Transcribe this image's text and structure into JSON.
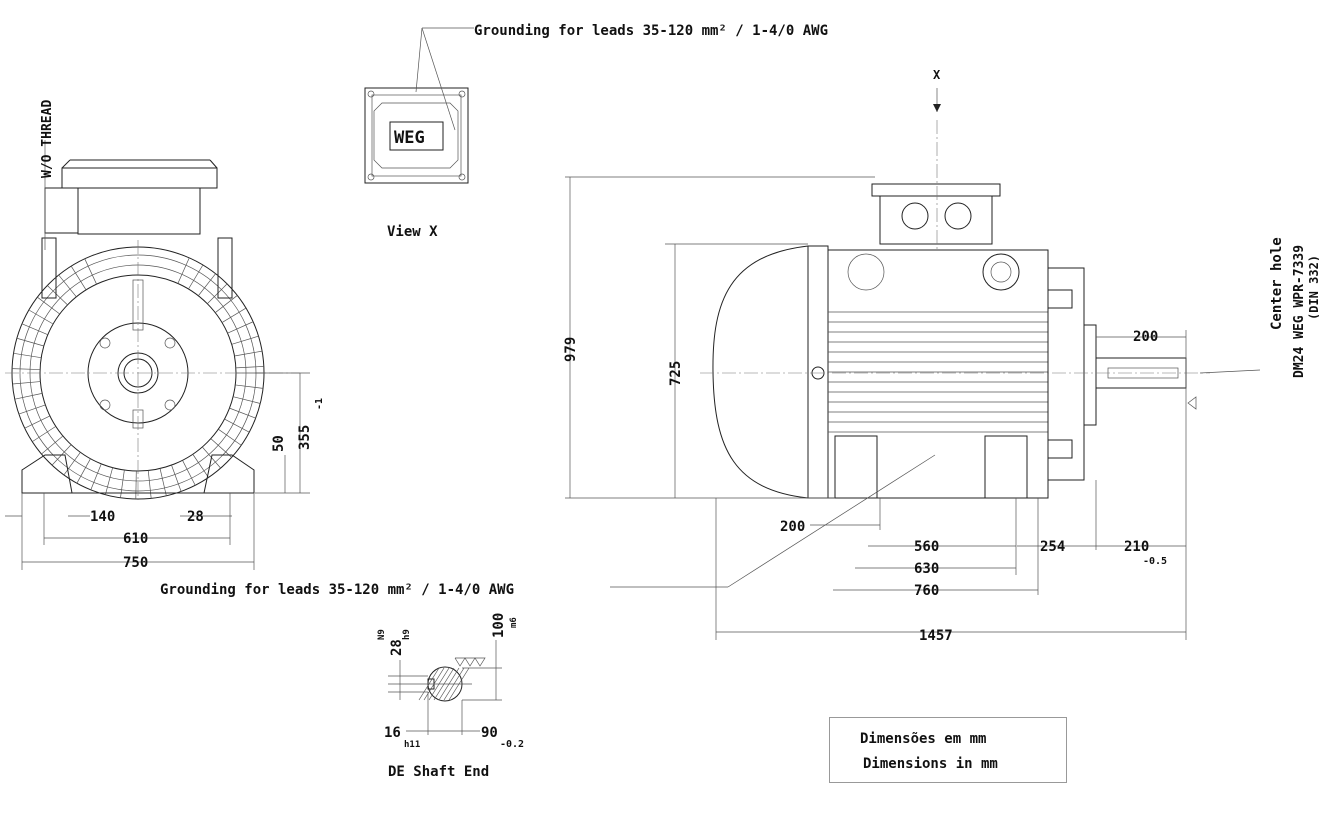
{
  "labels": {
    "grounding_top": "Grounding for leads 35-120 mm² / 1-4/0 AWG",
    "grounding_bottom": "Grounding for leads 35-120 mm² / 1-4/0 AWG",
    "wo_thread": "W/O THREAD",
    "view_x": "View X",
    "x_marker": "X",
    "center_hole_1": "Center hole",
    "center_hole_2": "DM24 WEG WPR-7339",
    "center_hole_3": "(DIN 332)",
    "de_shaft_end": "DE Shaft End",
    "logo": "WEG",
    "units_pt": "Dimensões em mm",
    "units_en": "Dimensions in mm"
  },
  "dimensions": {
    "d140": "140",
    "d28": "28",
    "d610": "610",
    "d750": "750",
    "d50": "50",
    "d355": "355",
    "d355_tol": "-1",
    "d979": "979",
    "d725": "725",
    "d200_shaft": "200",
    "d200_foot": "200",
    "d560": "560",
    "d630": "630",
    "d760": "760",
    "d254": "254",
    "d210": "210",
    "d210_tol": "-0.5",
    "d1457": "1457",
    "shaft_key_w": "28",
    "shaft_key_w_tol_a": "N9",
    "shaft_key_w_tol_b": "h9",
    "shaft_dia": "100",
    "shaft_dia_tol": "m6",
    "shaft_key_h": "16",
    "shaft_key_h_tol": "h11",
    "shaft_len": "90",
    "shaft_len_tol": "-0.2"
  }
}
